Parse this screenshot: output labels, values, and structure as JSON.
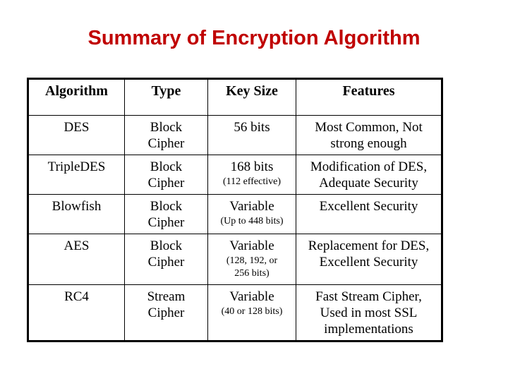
{
  "slide": {
    "title": "Summary of Encryption Algorithm",
    "title_color": "#c00000",
    "background_color": "#ffffff",
    "text_color": "#000000"
  },
  "table": {
    "headers": [
      "Algorithm",
      "Type",
      "Key Size",
      "Features"
    ],
    "rows": [
      {
        "algorithm": "DES",
        "type": "Block\nCipher",
        "key_size": "56 bits",
        "key_size_note": "",
        "features": "Most Common, Not\nstrong enough"
      },
      {
        "algorithm": "TripleDES",
        "type": "Block\nCipher",
        "key_size": "168 bits",
        "key_size_note": "(112 effective)",
        "features": "Modification of DES,\nAdequate Security"
      },
      {
        "algorithm": "Blowfish",
        "type": "Block\nCipher",
        "key_size": "Variable",
        "key_size_note": "(Up to 448 bits)",
        "features": "Excellent Security"
      },
      {
        "algorithm": "AES",
        "type": "Block\nCipher",
        "key_size": "Variable",
        "key_size_note": "(128, 192, or\n256 bits)",
        "features": "Replacement for DES,\nExcellent Security"
      },
      {
        "algorithm": "RC4",
        "type": "Stream\nCipher",
        "key_size": "Variable",
        "key_size_note": "(40 or 128 bits)",
        "features": "Fast Stream Cipher,\nUsed in most SSL\nimplementations"
      }
    ]
  }
}
